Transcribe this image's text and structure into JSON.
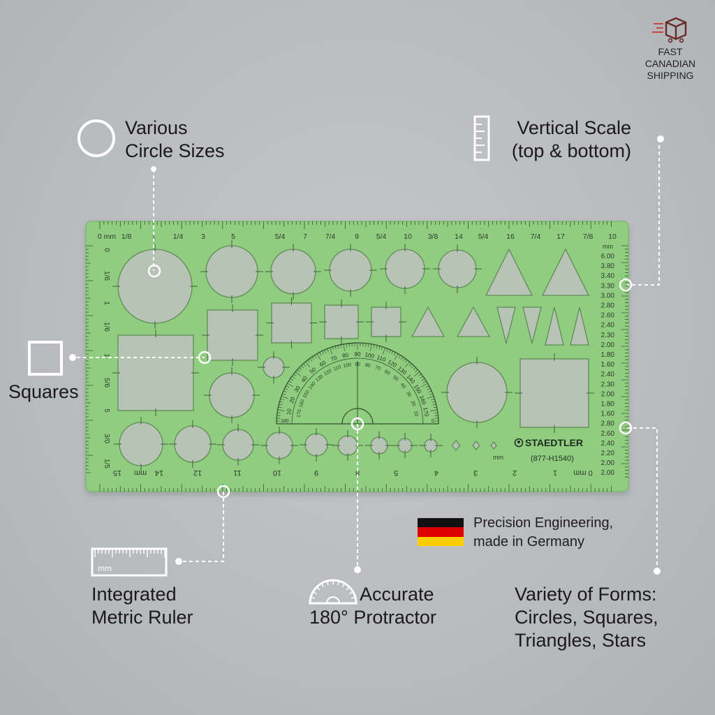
{
  "badge": {
    "icon": "delivery-box-icon",
    "lines": [
      "FAST",
      "CANADIAN",
      "SHIPPING"
    ],
    "accent_color": "#c9463d"
  },
  "callouts": {
    "circles": {
      "icon": "circle-outline-icon",
      "lines": [
        "Various",
        "Circle Sizes"
      ]
    },
    "vertical_scale": {
      "icon": "vertical-ruler-icon",
      "lines": [
        "Vertical Scale",
        "(top & bottom)"
      ]
    },
    "squares": {
      "icon": "square-outline-icon",
      "lines": [
        "Squares"
      ]
    },
    "metric_ruler": {
      "icon": "ruler-icon",
      "icon_text": "mm",
      "lines": [
        "Integrated",
        "Metric Ruler"
      ]
    },
    "protractor": {
      "icon": "protractor-icon",
      "lines": [
        "Accurate",
        "180° Protractor"
      ]
    },
    "forms": {
      "lines": [
        "Variety of Forms:",
        "Circles, Squares,",
        "Triangles, Stars"
      ]
    }
  },
  "germany": {
    "icon": "germany-flag-icon",
    "flag_colors": [
      "#111111",
      "#dd0000",
      "#ffce00"
    ],
    "lines": [
      "Precision Engineering,",
      "made in Germany"
    ]
  },
  "template": {
    "color": "#8fce7f",
    "brand": "STAEDTLER",
    "model": "(877-H1540)",
    "mm_label": "mm",
    "top_scale_labels": [
      "0 mm",
      "1/8",
      "1",
      "1/4",
      "3",
      "5",
      "5/4",
      "7",
      "7/4",
      "9",
      "5/4",
      "10",
      "3/8",
      "14",
      "5/4",
      "16",
      "7/4",
      "17",
      "7/8",
      "10"
    ],
    "bottom_scale_labels": [
      "15",
      "mm",
      "14",
      "12",
      "11",
      "10",
      "9",
      "8",
      "5",
      "4",
      "3",
      "2",
      "1",
      "0 mm"
    ],
    "left_scale_labels": [
      "0",
      "1/6",
      "1",
      "1/6",
      "1",
      "5/6",
      "5",
      "3/0",
      "1/5"
    ],
    "right_scale_header": "mm",
    "right_scale_labels": [
      "6.00",
      "3.80",
      "3.40",
      "3.30",
      "3.00",
      "2.80",
      "2.60",
      "2.40",
      "2.30",
      "2.00",
      "1.80",
      "1.60",
      "2.40",
      "2.30",
      "2.00",
      "1.80",
      "1.60",
      "2.80",
      "2.60",
      "2.40",
      "2.20",
      "2.00",
      "2.00"
    ],
    "protractor_labels_outer": [
      "10",
      "20",
      "30",
      "40",
      "50",
      "60",
      "70",
      "80",
      "90",
      "100",
      "110",
      "120",
      "130",
      "140",
      "150",
      "160",
      "170"
    ],
    "protractor_labels_inner": [
      "170",
      "160",
      "150",
      "140",
      "130",
      "120",
      "110",
      "100",
      "90",
      "80",
      "70",
      "60",
      "50",
      "40",
      "30",
      "20",
      "10"
    ],
    "protractor_ends": [
      "0",
      "180"
    ]
  }
}
